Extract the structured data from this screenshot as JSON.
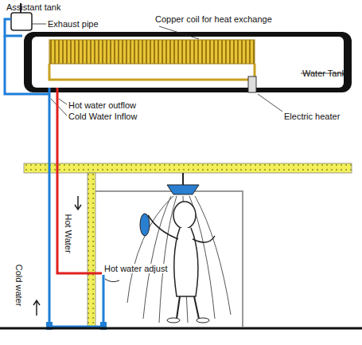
{
  "diagram": {
    "labels": [
      "Assistant tank",
      "Exhaust pipe",
      "Copper coil for heat exchange",
      "Water Tank",
      "Electric heater",
      "Hot water outflow",
      "Cold Water Inflow",
      "Hot Water",
      "Cold water",
      "Hot water adjust"
    ]
  }
}
